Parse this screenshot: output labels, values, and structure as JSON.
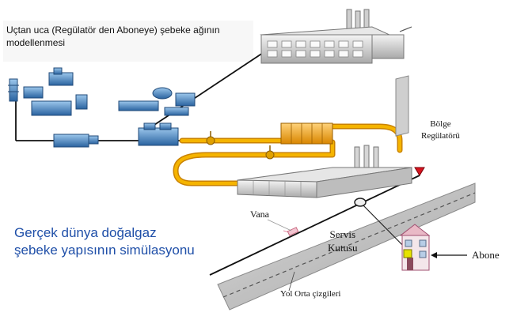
{
  "caption": "Uçtan uca (Regülatör den Aboneye) şebeke ağının modellenmesi",
  "headline": "Gerçek dünya doğalgaz şebeke yapısının simülasyonu",
  "labels": {
    "bolge_regulatoru": "Bölge\nRegülatörü",
    "vana": "Vana",
    "servis_kutusu": "Servis\nKutusu",
    "abone": "Abone",
    "yol_orta_cizgileri": "Yol Orta çizgileri"
  },
  "colors": {
    "headline": "#1f4fa8",
    "pipe": "#f2a900",
    "pipe_dark": "#c98200",
    "road": "#bfbfbf",
    "regulator_marker": "#d6141f",
    "plant": "#d9d9d9",
    "equipment": "#3a78b8"
  }
}
